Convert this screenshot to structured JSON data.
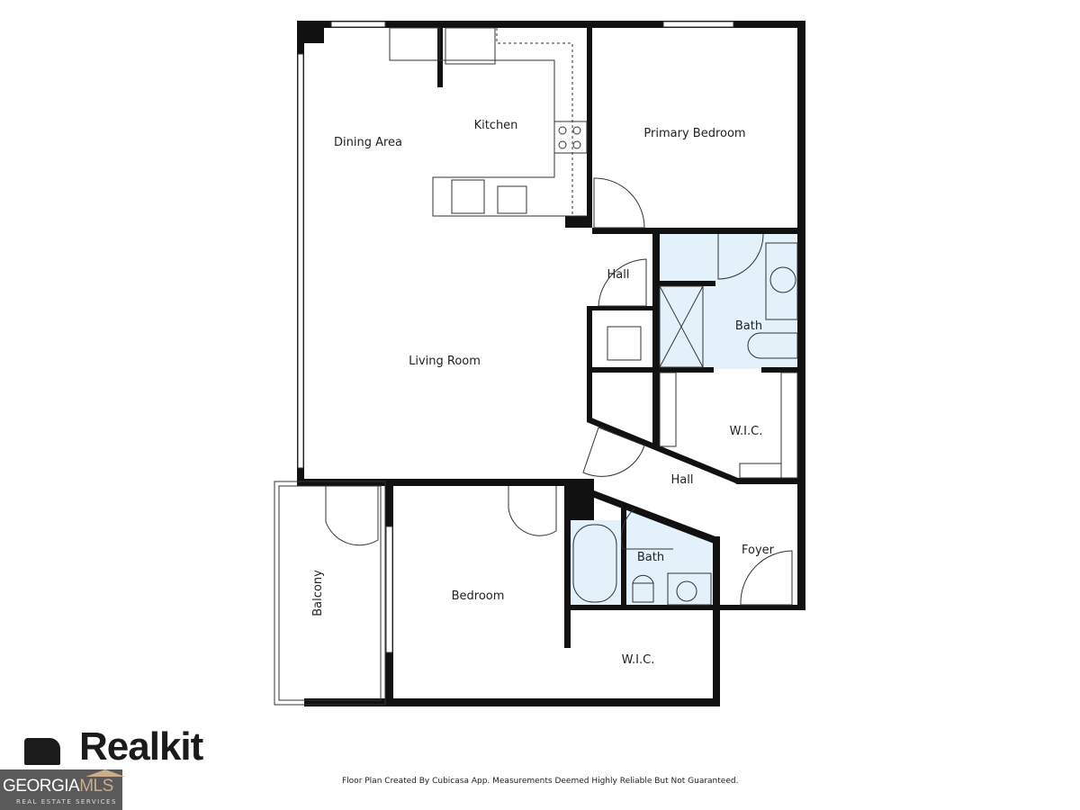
{
  "rooms": {
    "dining": "Dining Area",
    "kitchen": "Kitchen",
    "primary_bedroom": "Primary Bedroom",
    "hall_upper": "Hall",
    "bath_primary": "Bath",
    "living": "Living Room",
    "wic_primary": "W.I.C.",
    "hall_lower": "Hall",
    "foyer": "Foyer",
    "bath_second": "Bath",
    "bedroom": "Bedroom",
    "balcony": "Balcony",
    "wic_second": "W.I.C."
  },
  "colors": {
    "wall": "#111111",
    "bath_fill": "#e3f1fb"
  },
  "footer": {
    "disclaimer": "Floor Plan Created By Cubicasa App. Measurements Deemed Highly Reliable But Not Guaranteed."
  },
  "logos": {
    "realkit": "Realkit",
    "georgia": "GEORGIA",
    "mls": "MLS",
    "tagline": "REAL ESTATE SERVICES"
  }
}
